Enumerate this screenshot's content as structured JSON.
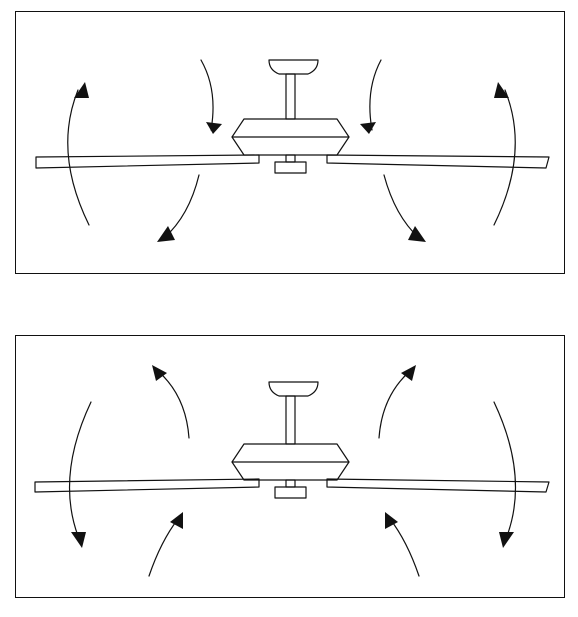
{
  "diagram": {
    "panels": [
      {
        "id": "top",
        "airflow": "downward",
        "arrow_count": 6
      },
      {
        "id": "bottom",
        "airflow": "upward",
        "arrow_count": 6
      }
    ],
    "colors": {
      "stroke": "#111111",
      "background": "#ffffff"
    },
    "icons": [
      "ceiling-fan-icon",
      "airflow-arrow-icon"
    ]
  }
}
